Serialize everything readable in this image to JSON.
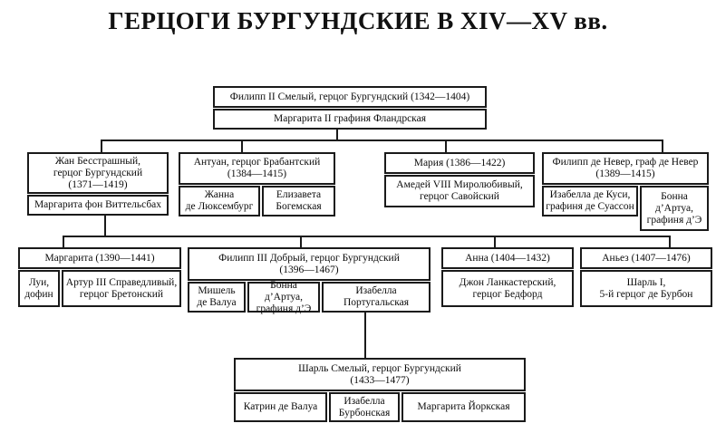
{
  "title": "ГЕРЦОГИ БУРГУНДСКИЕ В XIV—XV вв.",
  "colors": {
    "background": "#ffffff",
    "border": "#1a1a1a",
    "text": "#0c0c0c"
  },
  "units": [
    {
      "person": "Филипп II Смелый, герцог Бургундский (1342—1404)",
      "spouses": [
        "Маргарита II графиня Фландрская"
      ]
    },
    {
      "person": "Жан Бесстрашный,\nгерцог Бургундский\n(1371—1419)",
      "spouses": [
        "Маргарита фон Виттельсбах"
      ]
    },
    {
      "person": "Антуан, герцог Брабантский\n(1384—1415)",
      "spouses": [
        "Жанна\nде Люксембург",
        "Елизавета\nБогемская"
      ]
    },
    {
      "person": "Мария (1386—1422)",
      "spouses": [
        "Амедей VIII Миролюбивый,\nгерцог Савойский"
      ]
    },
    {
      "person": "Филипп де Невер, граф де Невер\n(1389—1415)",
      "spouses": [
        "Изабелла де Куси,\nграфиня де Суассон",
        "Бонна\nд’Артуа,\nграфиня д’Э"
      ]
    },
    {
      "person": "Маргарита (1390—1441)",
      "spouses": [
        "Луи,\nдофин",
        "Артур III Справедливый,\nгерцог Бретонский"
      ]
    },
    {
      "person": "Филипп III Добрый, герцог Бургундский\n(1396—1467)",
      "spouses": [
        "Мишель\nде Валуа",
        "Бонна д’Артуа,\nграфиня д’Э",
        "Изабелла\nПортугальская"
      ]
    },
    {
      "person": "Анна (1404—1432)",
      "spouses": [
        "Джон Ланкастерский,\nгерцог Бедфорд"
      ]
    },
    {
      "person": "Аньез (1407—1476)",
      "spouses": [
        "Шарль I,\n5-й герцог де Бурбон"
      ]
    },
    {
      "person": "Шарль Смелый, герцог Бургундский\n(1433—1477)",
      "spouses": [
        "Катрин де Валуа",
        "Изабелла\nБурбонская",
        "Маргарита Йоркская"
      ]
    }
  ]
}
